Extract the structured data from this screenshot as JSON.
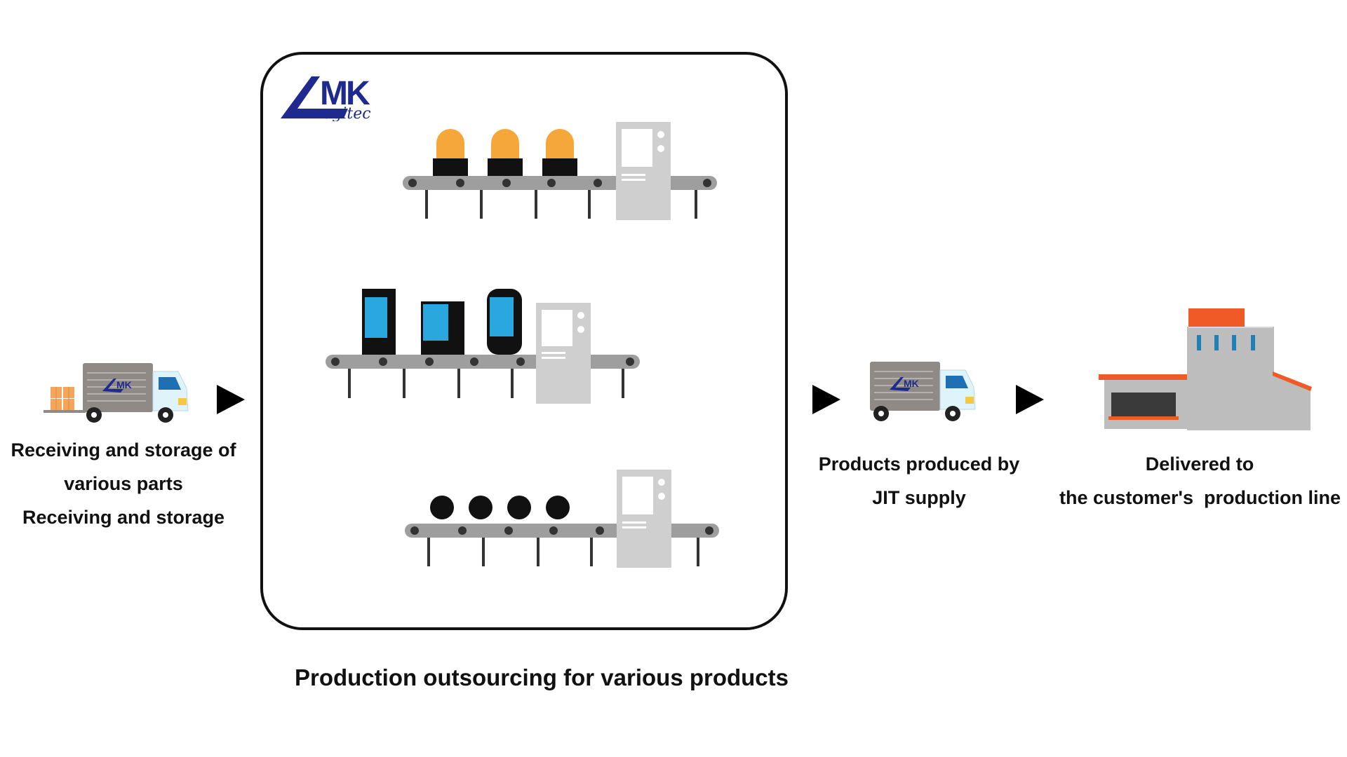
{
  "brand": {
    "logo_text_large": "MK",
    "logo_text_small": "ogitec",
    "color": "#1f2a8f"
  },
  "colors": {
    "arrow": "#000000",
    "conveyor": "#9e9e9e",
    "machine": "#cfcfcf",
    "lamp": "#f5a73a",
    "lamp_base": "#111111",
    "phone": "#111111",
    "phone_screen": "#29a8e0",
    "ball": "#111111",
    "factory_roof": "#ef5a27",
    "factory_wall": "#bdbdbd",
    "truck_cab": "#dff3fb",
    "truck_box": "#8f8a86"
  },
  "steps": [
    {
      "id": "receiving",
      "lines": [
        "Receiving and storage of",
        "various parts",
        "Receiving and storage"
      ]
    },
    {
      "id": "production",
      "lines": [
        "Production outsourcing for various products"
      ]
    },
    {
      "id": "jit",
      "lines": [
        "Products produced by",
        "JIT supply"
      ]
    },
    {
      "id": "delivery",
      "lines": [
        "Delivered to",
        "the customer's  production line"
      ]
    }
  ],
  "icons": {
    "truck_left": "delivery-truck-icon",
    "truck_right": "delivery-truck-icon",
    "boxes": "cardboard-boxes-icon",
    "factory": "factory-icon",
    "arrow": "play-arrow-icon",
    "lamp_line": "lamp-conveyor-icon",
    "phone_line": "phone-conveyor-icon",
    "ball_line": "ball-conveyor-icon"
  }
}
